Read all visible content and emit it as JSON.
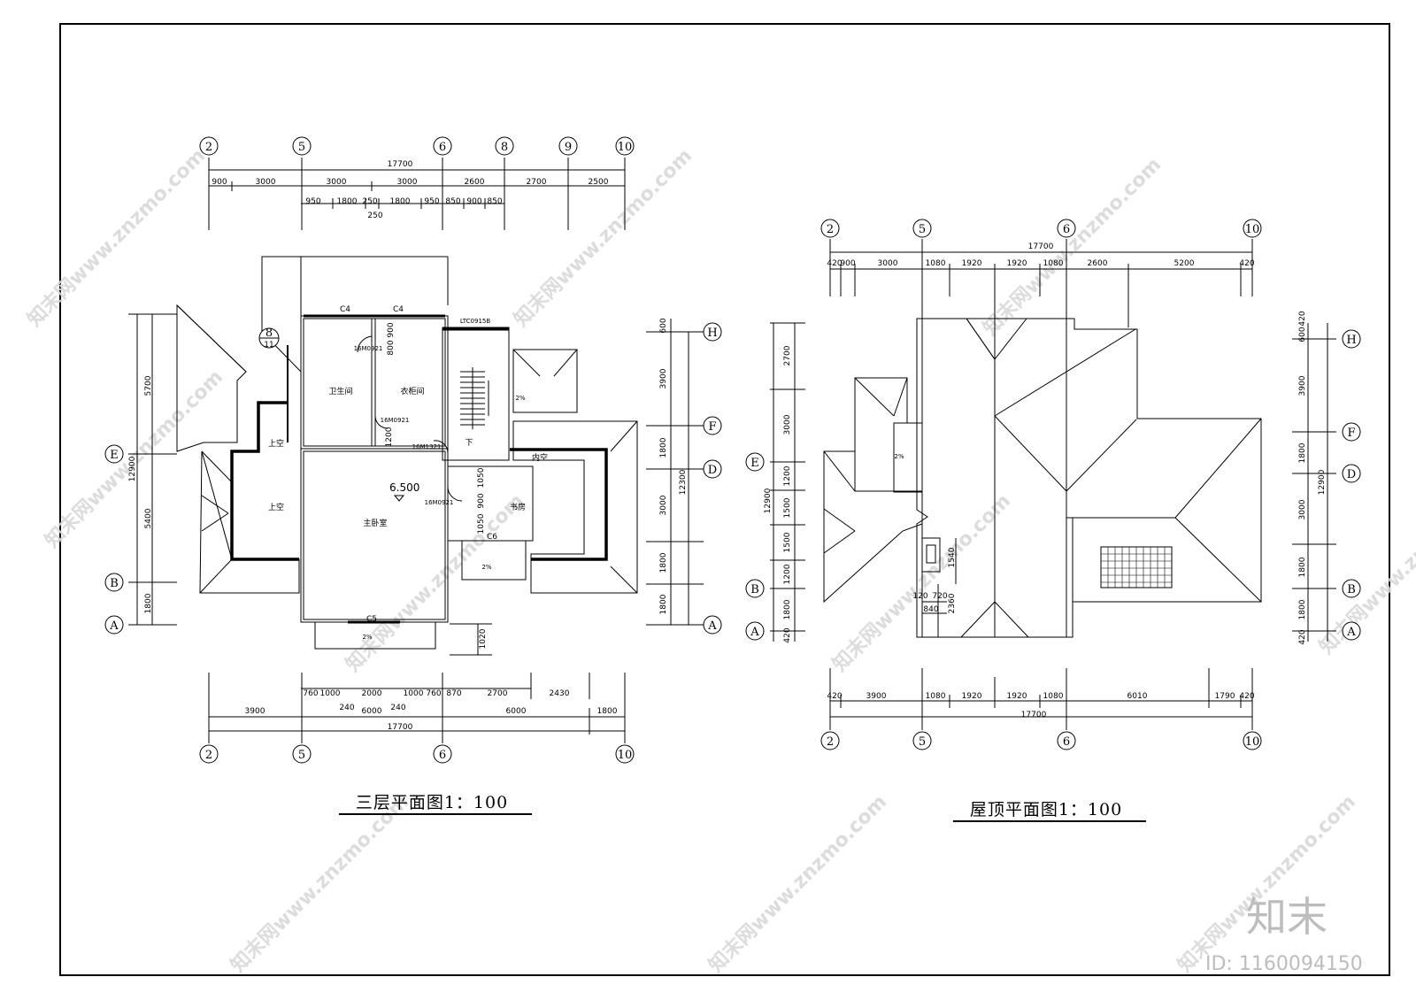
{
  "plans": {
    "left": {
      "title": "三层平面图1：100",
      "axes_top": [
        "2",
        "5",
        "6",
        "8",
        "9",
        "10"
      ],
      "axes_bottom": [
        "2",
        "5",
        "6",
        "10"
      ],
      "axes_left": [
        "E",
        "B",
        "A"
      ],
      "axes_right": [
        "H",
        "F",
        "D",
        "A"
      ],
      "callout": {
        "top": "8",
        "bottom": "11"
      },
      "dims_top_total": "17700",
      "dims_top_row1": [
        "900",
        "3000",
        "3000",
        "3000",
        "2600",
        "2700",
        "2500"
      ],
      "dims_top_row2": [
        "950",
        "1800",
        "250",
        "1800",
        "950",
        "850",
        "900",
        "850"
      ],
      "dims_top_row2b": "250",
      "dims_bottom_row1": [
        "760",
        "1000",
        "2000",
        "1000",
        "760",
        "870",
        "2700",
        "2430"
      ],
      "dims_bottom_row1b": [
        "240",
        "240"
      ],
      "dims_bottom_row2": [
        "3900",
        "6000",
        "6000",
        "1800"
      ],
      "dims_bottom_total": "17700",
      "dims_left": [
        "5700",
        "12900",
        "5400",
        "1800"
      ],
      "dims_right": [
        "600",
        "3900",
        "1800",
        "12300",
        "3000",
        "1800",
        "1800"
      ],
      "dims_misc": [
        "1020",
        "1200",
        "900",
        "800",
        "1050",
        "900",
        "1050"
      ],
      "elevation": "6.500",
      "rooms": [
        "卫生间",
        "衣柜间",
        "主卧室",
        "书房",
        "上空",
        "上空",
        "内空",
        "下"
      ],
      "door_tags": [
        "C4",
        "C4",
        "C5",
        "C6",
        "16M0921",
        "16M0921",
        "16M1321",
        "16M0921",
        "LTC0915B"
      ],
      "slope_marks": [
        "2%",
        "2%",
        "2%"
      ]
    },
    "right": {
      "title": "屋顶平面图1：100",
      "axes_top": [
        "2",
        "5",
        "6",
        "10"
      ],
      "axes_bottom": [
        "2",
        "5",
        "6",
        "10"
      ],
      "axes_left": [
        "E",
        "B",
        "A"
      ],
      "axes_right": [
        "H",
        "F",
        "D",
        "B",
        "A"
      ],
      "dims_top_total": "17700",
      "dims_top_row": [
        "420",
        "900",
        "3000",
        "1080",
        "1920",
        "1920",
        "1080",
        "2600",
        "5200",
        "420"
      ],
      "dims_bottom_row": [
        "420",
        "3900",
        "1080",
        "1920",
        "1920",
        "1080",
        "6010",
        "1790",
        "420"
      ],
      "dims_bottom_total": "17700",
      "dims_left": [
        "2700",
        "3000",
        "12900",
        "1200",
        "1500",
        "1500",
        "1200",
        "1800",
        "420"
      ],
      "dims_right": [
        "420",
        "600",
        "3900",
        "1800",
        "12900",
        "3000",
        "1800",
        "1800",
        "420"
      ],
      "dims_misc": [
        "1540",
        "2360",
        "120",
        "720",
        "840"
      ],
      "slope_marks": [
        "2%"
      ]
    }
  },
  "watermark": {
    "text": "知末网www.znzmo.com",
    "logo": "知末",
    "id_label": "ID: 1160094150"
  }
}
